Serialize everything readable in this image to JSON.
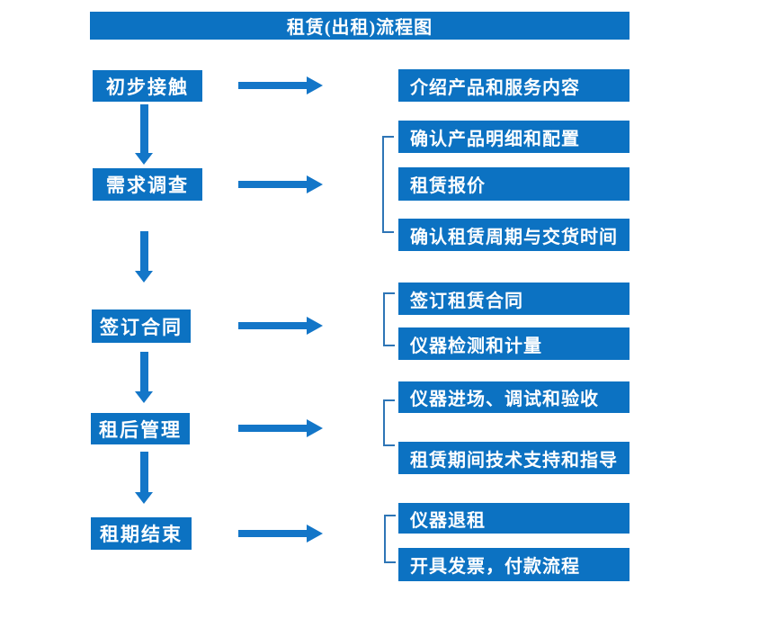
{
  "title": "租赁(出租)流程图",
  "colors": {
    "box_blue": "#0c72c2",
    "arrow_blue": "#1376c8",
    "bracket_blue": "#2e75b6",
    "text_white": "#ffffff",
    "background": "#ffffff"
  },
  "flow": {
    "steps": [
      {
        "label": "初步接触",
        "outputs": [
          "介绍产品和服务内容"
        ]
      },
      {
        "label": "需求调查",
        "outputs": [
          "确认产品明细和配置",
          "租赁报价",
          "确认租赁周期与交货时间"
        ]
      },
      {
        "label": "签订合同",
        "outputs": [
          "签订租赁合同",
          "仪器检测和计量"
        ]
      },
      {
        "label": "租后管理",
        "outputs": [
          "仪器进场、调试和验收",
          "租赁期间技术支持和指导"
        ]
      },
      {
        "label": "租期结束",
        "outputs": [
          "仪器退租",
          "开具发票，付款流程"
        ]
      }
    ]
  }
}
